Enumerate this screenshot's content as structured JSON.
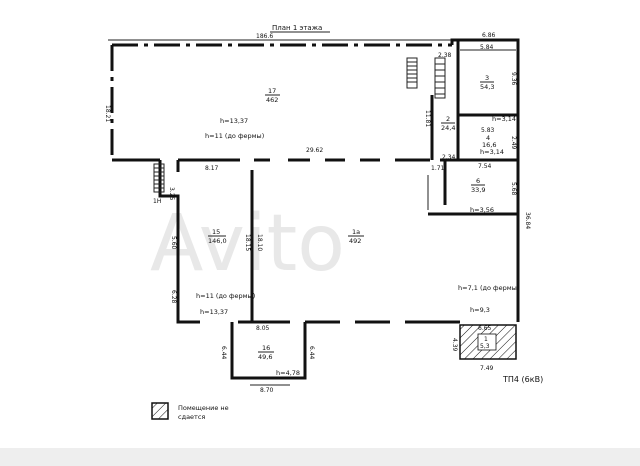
{
  "plan": {
    "title": "План 1 этажа",
    "dims": {
      "top_length": "186.6",
      "left_height": "18.21",
      "room3_width": "6.86",
      "room3_inner": "5.84",
      "room3_h": "9.36",
      "d_2_38": "2.38",
      "d_11_81": "11.81",
      "d_29_62": "29.62",
      "d_8_17": "8.17",
      "d_5_83": "5.83",
      "d_2_49": "2.49",
      "d_1_71": "1.71",
      "d_2_34": "2.34",
      "d_7_54": "7.54",
      "d_5_68": "5.68",
      "d_36_84": "36.84",
      "d_3_25": "3.25",
      "d_5_60": "5.60",
      "d_6_28": "6.28",
      "d_18_15": "18.15",
      "d_18_10": "18.10",
      "d_8_05": "8.05",
      "d_6_44_a": "6.44",
      "d_6_44_b": "6.44",
      "d_8_70": "8.70",
      "d_4_39": "4.39",
      "d_6_65": "6.65",
      "d_7_49": "7.49"
    },
    "rooms": {
      "r17_num": "17",
      "r17_area": "462",
      "r17_h1": "h=13,37",
      "r17_h2": "h=11 (до фермы)",
      "r3_num": "3",
      "r3_area": "54,3",
      "r3_h": "h=3,14",
      "r2_num": "2",
      "r2_area": "24,4",
      "r4_num": "4",
      "r4_area": "16,6",
      "r4_h": "h=3,14",
      "r6_num": "6",
      "r6_area": "33,9",
      "r6_h": "h=3,56",
      "r15_num": "15",
      "r15_area": "146,0",
      "r15_h1": "h=11 (до фермы)",
      "r15_h2": "h=13,37",
      "r16_num": "16",
      "r16_area": "49,6",
      "r16_h": "h=4,78",
      "r1a_num": "1а",
      "r1a_area": "492",
      "r1a_h1": "h=7,1 (до фермы)",
      "r1a_h2": "h=9,3",
      "r_small_num": "1",
      "r_small_area": "5,3",
      "stair_mark": "1Н"
    },
    "tp": "ТП4 (6кВ)",
    "legend": {
      "line1": "Помещение не",
      "line2": "сдается"
    },
    "watermark": "Avito"
  }
}
